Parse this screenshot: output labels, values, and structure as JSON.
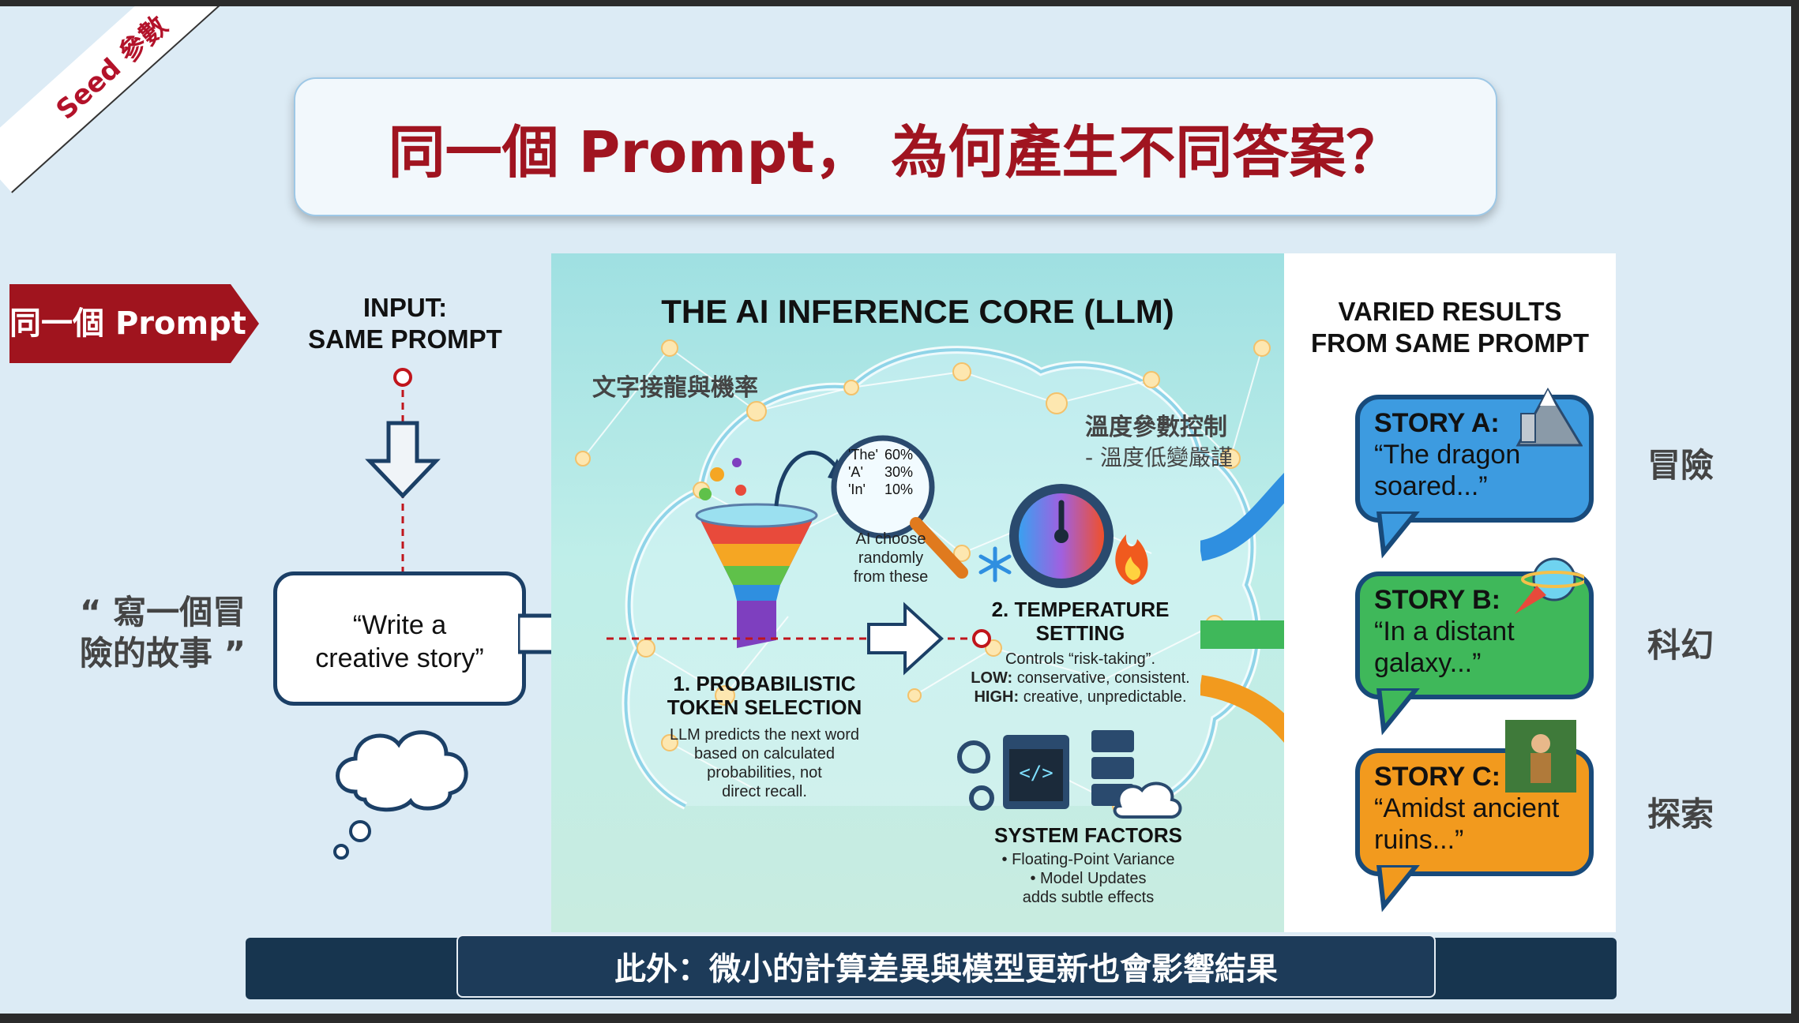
{
  "corner_tag": "Seed 參數",
  "title": "同一個 Prompt， 為何產生不同答案？",
  "prompt_tag": "同一個 Prompt",
  "input_header": [
    "INPUT:",
    "SAME PROMPT"
  ],
  "core_header": "THE AI INFERENCE CORE (LLM)",
  "results_header": [
    "VARIED RESULTS",
    "FROM SAME PROMPT"
  ],
  "zh_prompt": [
    "“ 寫一個冒",
    "險的故事 ”"
  ],
  "input_box": [
    "“Write a",
    "creative story”"
  ],
  "core_annotation_1": "文字接龍與機率",
  "core_annotation_2": "溫度參數控制",
  "core_annotation_3": "- 溫度低變嚴謹",
  "prob_table": [
    {
      "token": "'The'",
      "pct": "60%"
    },
    {
      "token": "'A'",
      "pct": "30%"
    },
    {
      "token": "'In'",
      "pct": "10%"
    }
  ],
  "ai_choose": [
    "AI choose",
    "randomly",
    "from these"
  ],
  "token_selection": {
    "title": [
      "1. PROBABILISTIC",
      "TOKEN SELECTION"
    ],
    "desc": [
      "LLM predicts the next word",
      "based on calculated",
      "probabilities, not",
      "direct recall."
    ]
  },
  "temperature": {
    "title": [
      "2. TEMPERATURE",
      "SETTING"
    ],
    "desc": "Controls “risk-taking”.",
    "low_label": "LOW:",
    "low_text": " conservative, consistent.",
    "high_label": "HIGH:",
    "high_text": " creative, unpredictable."
  },
  "system_factors": {
    "title": "SYSTEM FACTORS",
    "items": [
      "• Floating-Point Variance",
      "• Model Updates",
      "adds subtle effects"
    ]
  },
  "stories": [
    {
      "title": "STORY A:",
      "lines": [
        "“The dragon",
        "soared...”"
      ],
      "zh": "冒險",
      "color": "#3d9be0"
    },
    {
      "title": "STORY B:",
      "lines": [
        "“In a distant",
        "galaxy...”"
      ],
      "zh": "科幻",
      "color": "#3fb85a"
    },
    {
      "title": "STORY C:",
      "lines": [
        "“Amidst ancient",
        "ruins...”"
      ],
      "zh": "探索",
      "color": "#f29a1e"
    }
  ],
  "bottom_caption": "此外：微小的計算差異與模型更新也會影響結果",
  "colors": {
    "title_red": "#a01420",
    "navy": "#17354f",
    "panel_teal": "#bfeee9"
  }
}
